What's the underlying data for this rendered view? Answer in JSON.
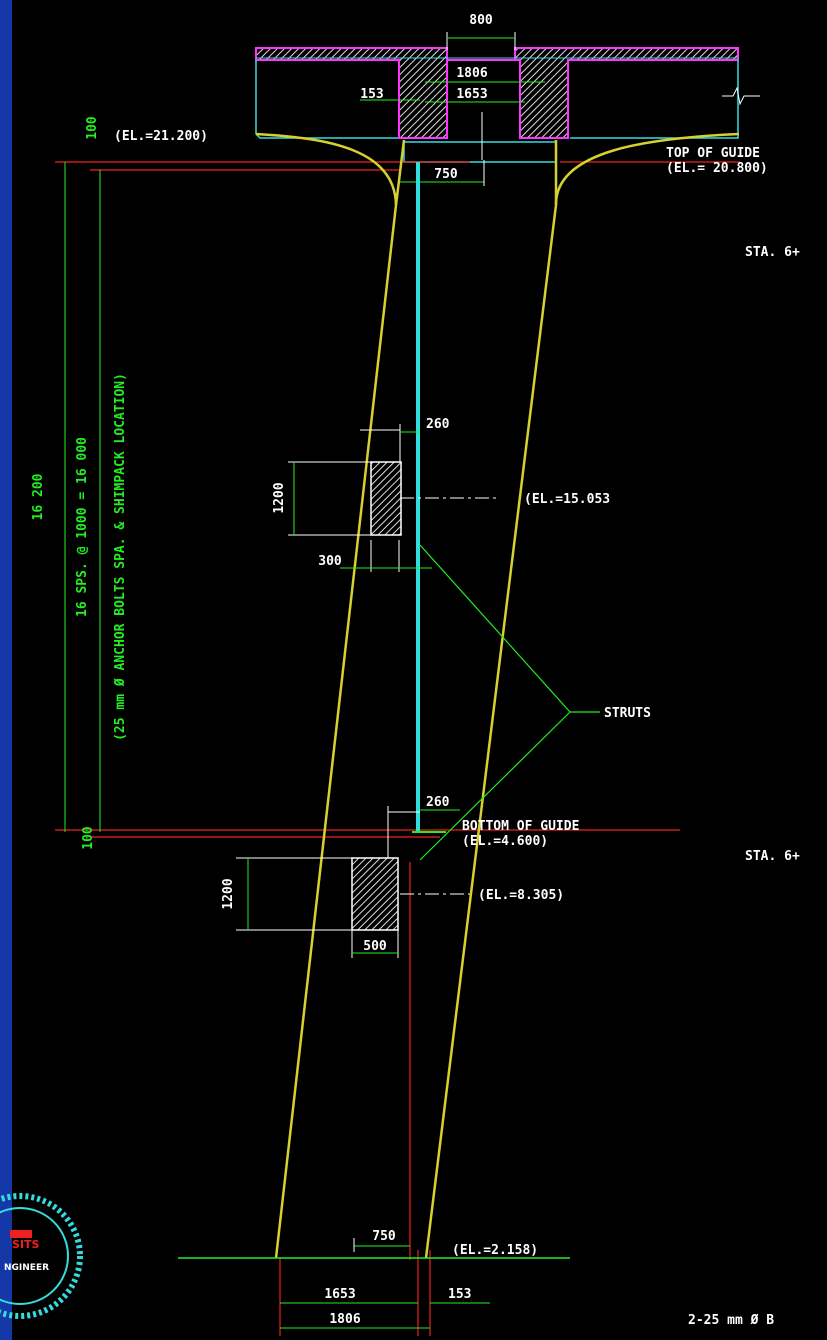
{
  "colors": {
    "background": "#000000",
    "sidebar": "#1438a8",
    "magenta": "#ff33ff",
    "cyan": "#33dddd",
    "yellow": "#d8d030",
    "green": "#22ee22",
    "red": "#ee2020",
    "white": "#ffffff"
  },
  "dims": {
    "top_width": "800",
    "inner_1806": "1806",
    "inner_1653": "1653",
    "left_153": "153",
    "top_100": "100",
    "guide_750": "750",
    "strut_top_260": "260",
    "strut_top_1200": "1200",
    "strut_top_300": "300",
    "strut_bot_260": "260",
    "strut_bot_1200": "1200",
    "strut_bot_500": "500",
    "total_16200": "16 200",
    "bottom_100": "100",
    "base_750": "750",
    "base_1653": "1653",
    "base_1806": "1806",
    "base_153": "153"
  },
  "labels": {
    "el_top": "(EL.=21.200)",
    "top_guide_1": "TOP OF GUIDE",
    "top_guide_2": "(EL.= 20.800)",
    "sta_1": "STA. 6+",
    "el_strut_top": "(EL.=15.053",
    "struts": "STRUTS",
    "sta_2": "STA. 6+",
    "el_strut_bot": "(EL.=8.305)",
    "bottom_guide_1": "BOTTOM OF GUIDE",
    "bottom_guide_2": "(EL.=4.600)",
    "el_base": "(EL.=2.158)",
    "spacing_1": "16 SPS. @ 1000 = 16 000",
    "spacing_2": "(25 mm Ø ANCHOR BOLTS SPA. & SHIMPACK LOCATION)",
    "anchor_note": "2-25 mm Ø B"
  },
  "stamp": {
    "text_1": "SITS",
    "text_2": "NGINEER"
  }
}
